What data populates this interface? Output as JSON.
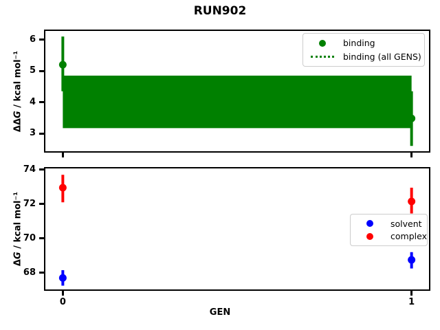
{
  "title": "RUN902",
  "xlabel": "GEN",
  "colors": {
    "binding": "#008000",
    "solvent": "#0000ff",
    "complex": "#ff0000",
    "frame": "#000000",
    "legend_border": "#cccccc"
  },
  "chart_data": [
    {
      "name": "binding-plot",
      "type": "scatter",
      "title": "",
      "ylabel": "ΔΔG / kcal mol⁻¹",
      "ylim": [
        2.43,
        6.28
      ],
      "yticks": [
        3,
        4,
        5,
        6
      ],
      "xlim": [
        -0.05,
        1.05
      ],
      "xticks": [
        0,
        1
      ],
      "xtick_labels": [
        "0",
        "1"
      ],
      "show_xtick_labels": false,
      "grid": false,
      "series": [
        {
          "name": "binding",
          "color": "#008000",
          "marker": "circle",
          "x": [
            0,
            1
          ],
          "y": [
            5.2,
            3.48
          ],
          "yerr_low": [
            4.35,
            2.6
          ],
          "yerr_high": [
            6.1,
            4.35
          ]
        }
      ],
      "band": {
        "name": "binding (all GENS)",
        "color": "#008000",
        "x_range": [
          0,
          1
        ],
        "y_low": 3.17,
        "y_high": 4.85
      },
      "legend": {
        "location": "upper right",
        "entries": [
          {
            "label": "binding",
            "glyph": "dot",
            "color": "#008000"
          },
          {
            "label": "binding (all GENS)",
            "glyph": "dotted-line",
            "color": "#008000"
          }
        ]
      }
    },
    {
      "name": "free-energy-plot",
      "type": "scatter",
      "title": "",
      "ylabel": "ΔG / kcal mol⁻¹",
      "ylim": [
        67.03,
        74.07
      ],
      "yticks": [
        68,
        70,
        72,
        74
      ],
      "xlim": [
        -0.05,
        1.05
      ],
      "xticks": [
        0,
        1
      ],
      "xtick_labels": [
        "0",
        "1"
      ],
      "show_xtick_labels": true,
      "grid": false,
      "series": [
        {
          "name": "solvent",
          "color": "#0000ff",
          "marker": "circle",
          "x": [
            0,
            1
          ],
          "y": [
            67.7,
            68.75
          ],
          "yerr_low": [
            67.25,
            68.25
          ],
          "yerr_high": [
            68.15,
            69.2
          ]
        },
        {
          "name": "complex",
          "color": "#ff0000",
          "marker": "circle",
          "x": [
            0,
            1
          ],
          "y": [
            72.95,
            72.15
          ],
          "yerr_low": [
            72.1,
            71.45
          ],
          "yerr_high": [
            73.7,
            72.95
          ]
        }
      ],
      "legend": {
        "location": "center right",
        "entries": [
          {
            "label": "solvent",
            "glyph": "dot",
            "color": "#0000ff"
          },
          {
            "label": "complex",
            "glyph": "dot",
            "color": "#ff0000"
          }
        ]
      }
    }
  ]
}
